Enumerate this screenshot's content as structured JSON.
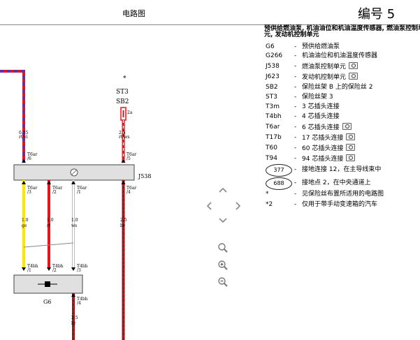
{
  "header": {
    "title": "电路图",
    "doc_number": "编号 5"
  },
  "diagram": {
    "st3_label": "ST3",
    "sb2_label": "SB2",
    "fuse_a": "2a",
    "wire_left_top_size": "0.35",
    "wire_left_top_color": "rt/vi",
    "wire_right_top_size": "2.5",
    "wire_right_top_color": "rt/ws",
    "j538_label": "J538",
    "pin_t6ar_6": [
      "T6ar",
      "/6"
    ],
    "pin_t6ar_5": [
      "T6ar",
      "/5"
    ],
    "pin_t6ar_3": [
      "T6ar",
      "/3"
    ],
    "pin_t6ar_2": [
      "T6ar",
      "/2"
    ],
    "pin_t6ar_1": [
      "T6ar",
      "/1"
    ],
    "pin_t6ar_4": [
      "T6ar",
      "/4"
    ],
    "wire_ge": [
      "1.0",
      "ge"
    ],
    "wire_rt": [
      "1.0",
      "rt"
    ],
    "wire_ws": [
      "1.0",
      "ws"
    ],
    "wire_br": [
      "2.5",
      "br"
    ],
    "pin_t4bh_1": [
      "T4bh",
      "/1"
    ],
    "pin_t4bh_2": [
      "T4bh",
      "/2"
    ],
    "pin_t4bh_3": [
      "T4bh",
      "/3"
    ],
    "pin_t4bh_4": [
      "T4bh",
      "/4"
    ],
    "g6_label": "G6",
    "wire_bottom": [
      "2.5",
      "br"
    ],
    "star": "*"
  },
  "legend": {
    "title": "预供给燃油泵, 机油油位和机油温度传感器, 燃油泵控制单元, 发动机控制单元",
    "items": [
      {
        "code": "G6",
        "desc": "预供给燃油泵"
      },
      {
        "code": "G266",
        "desc": "机油油位和机油温度传感器"
      },
      {
        "code": "J538",
        "desc": "燃油泵控制单元"
      },
      {
        "code": "J623",
        "desc": "发动机控制单元"
      },
      {
        "code": "SB2",
        "desc": "保险丝架 B 上的保险丝 2"
      },
      {
        "code": "ST3",
        "desc": "保险丝架 3"
      },
      {
        "code": "T3m",
        "desc": "3 芯插头连接"
      },
      {
        "code": "T4bh",
        "desc": "4 芯插头连接"
      },
      {
        "code": "T6ar",
        "desc": "6 芯插头连接"
      },
      {
        "code": "T17b",
        "desc": "17 芯插头连接"
      },
      {
        "code": "T60",
        "desc": "60 芯插头连接"
      },
      {
        "code": "T94",
        "desc": "94 芯插头连接"
      },
      {
        "code": "377",
        "desc": "接地连接 12，在主导线束中"
      },
      {
        "code": "688",
        "desc": "接地点 2，在中央通道上"
      },
      {
        "code": "*",
        "desc": "见保险丝布置所适用的电路图"
      },
      {
        "code": "*2",
        "desc": "仅用于带手动变速箱的汽车"
      }
    ]
  },
  "colors": {
    "wire_red": "#e8141b",
    "wire_yellow": "#ffe600",
    "wire_violet": "#6a2ea0",
    "wire_brown": "#8b1a1a",
    "box_fill": "#e0e0e0"
  }
}
